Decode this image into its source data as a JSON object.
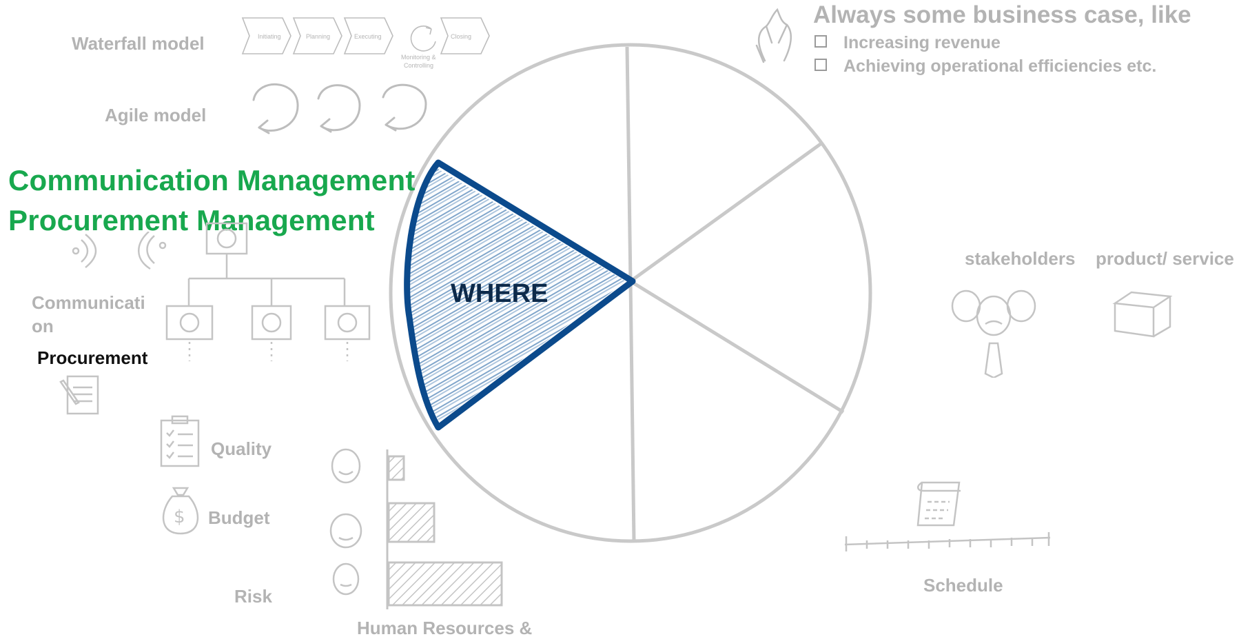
{
  "waterfall": {
    "label": "Waterfall model",
    "stages": [
      "Initiating",
      "Planning",
      "Executing",
      "Closing"
    ],
    "monitoring_label": [
      "Monitoring &",
      "Controlling"
    ]
  },
  "agile": {
    "label": "Agile model"
  },
  "business_case": {
    "title": "Always some business case, like",
    "items": [
      "Increasing revenue",
      "Achieving operational efficiencies etc."
    ]
  },
  "highlight": {
    "line1": "Communication Management",
    "line2": "Procurement Management",
    "color": "#18a84e"
  },
  "wheel": {
    "segments": 6,
    "active_segment_label": "WHERE",
    "active_outline_color": "#0b4a8c",
    "active_fill_color": "#2c6aa8"
  },
  "left_labels": {
    "communication": [
      "Communicati",
      "on"
    ],
    "procurement": "Procurement"
  },
  "bottom_left": {
    "quality": "Quality",
    "budget": "Budget",
    "risk": "Risk",
    "human_resources": "Human Resources &"
  },
  "right": {
    "stakeholders": "stakeholders",
    "product": "product/ service",
    "schedule": "Schedule"
  },
  "icons": [
    "waterfall-arrows-icon",
    "agile-cycle-icon",
    "idea-bulb-icon",
    "sound-waves-icon",
    "org-chart-icon",
    "document-pen-icon",
    "checklist-icon",
    "money-bag-icon",
    "faces-icon",
    "bar-chart-icon",
    "stakeholders-icon",
    "box-icon",
    "calendar-icon",
    "timeline-icon"
  ]
}
